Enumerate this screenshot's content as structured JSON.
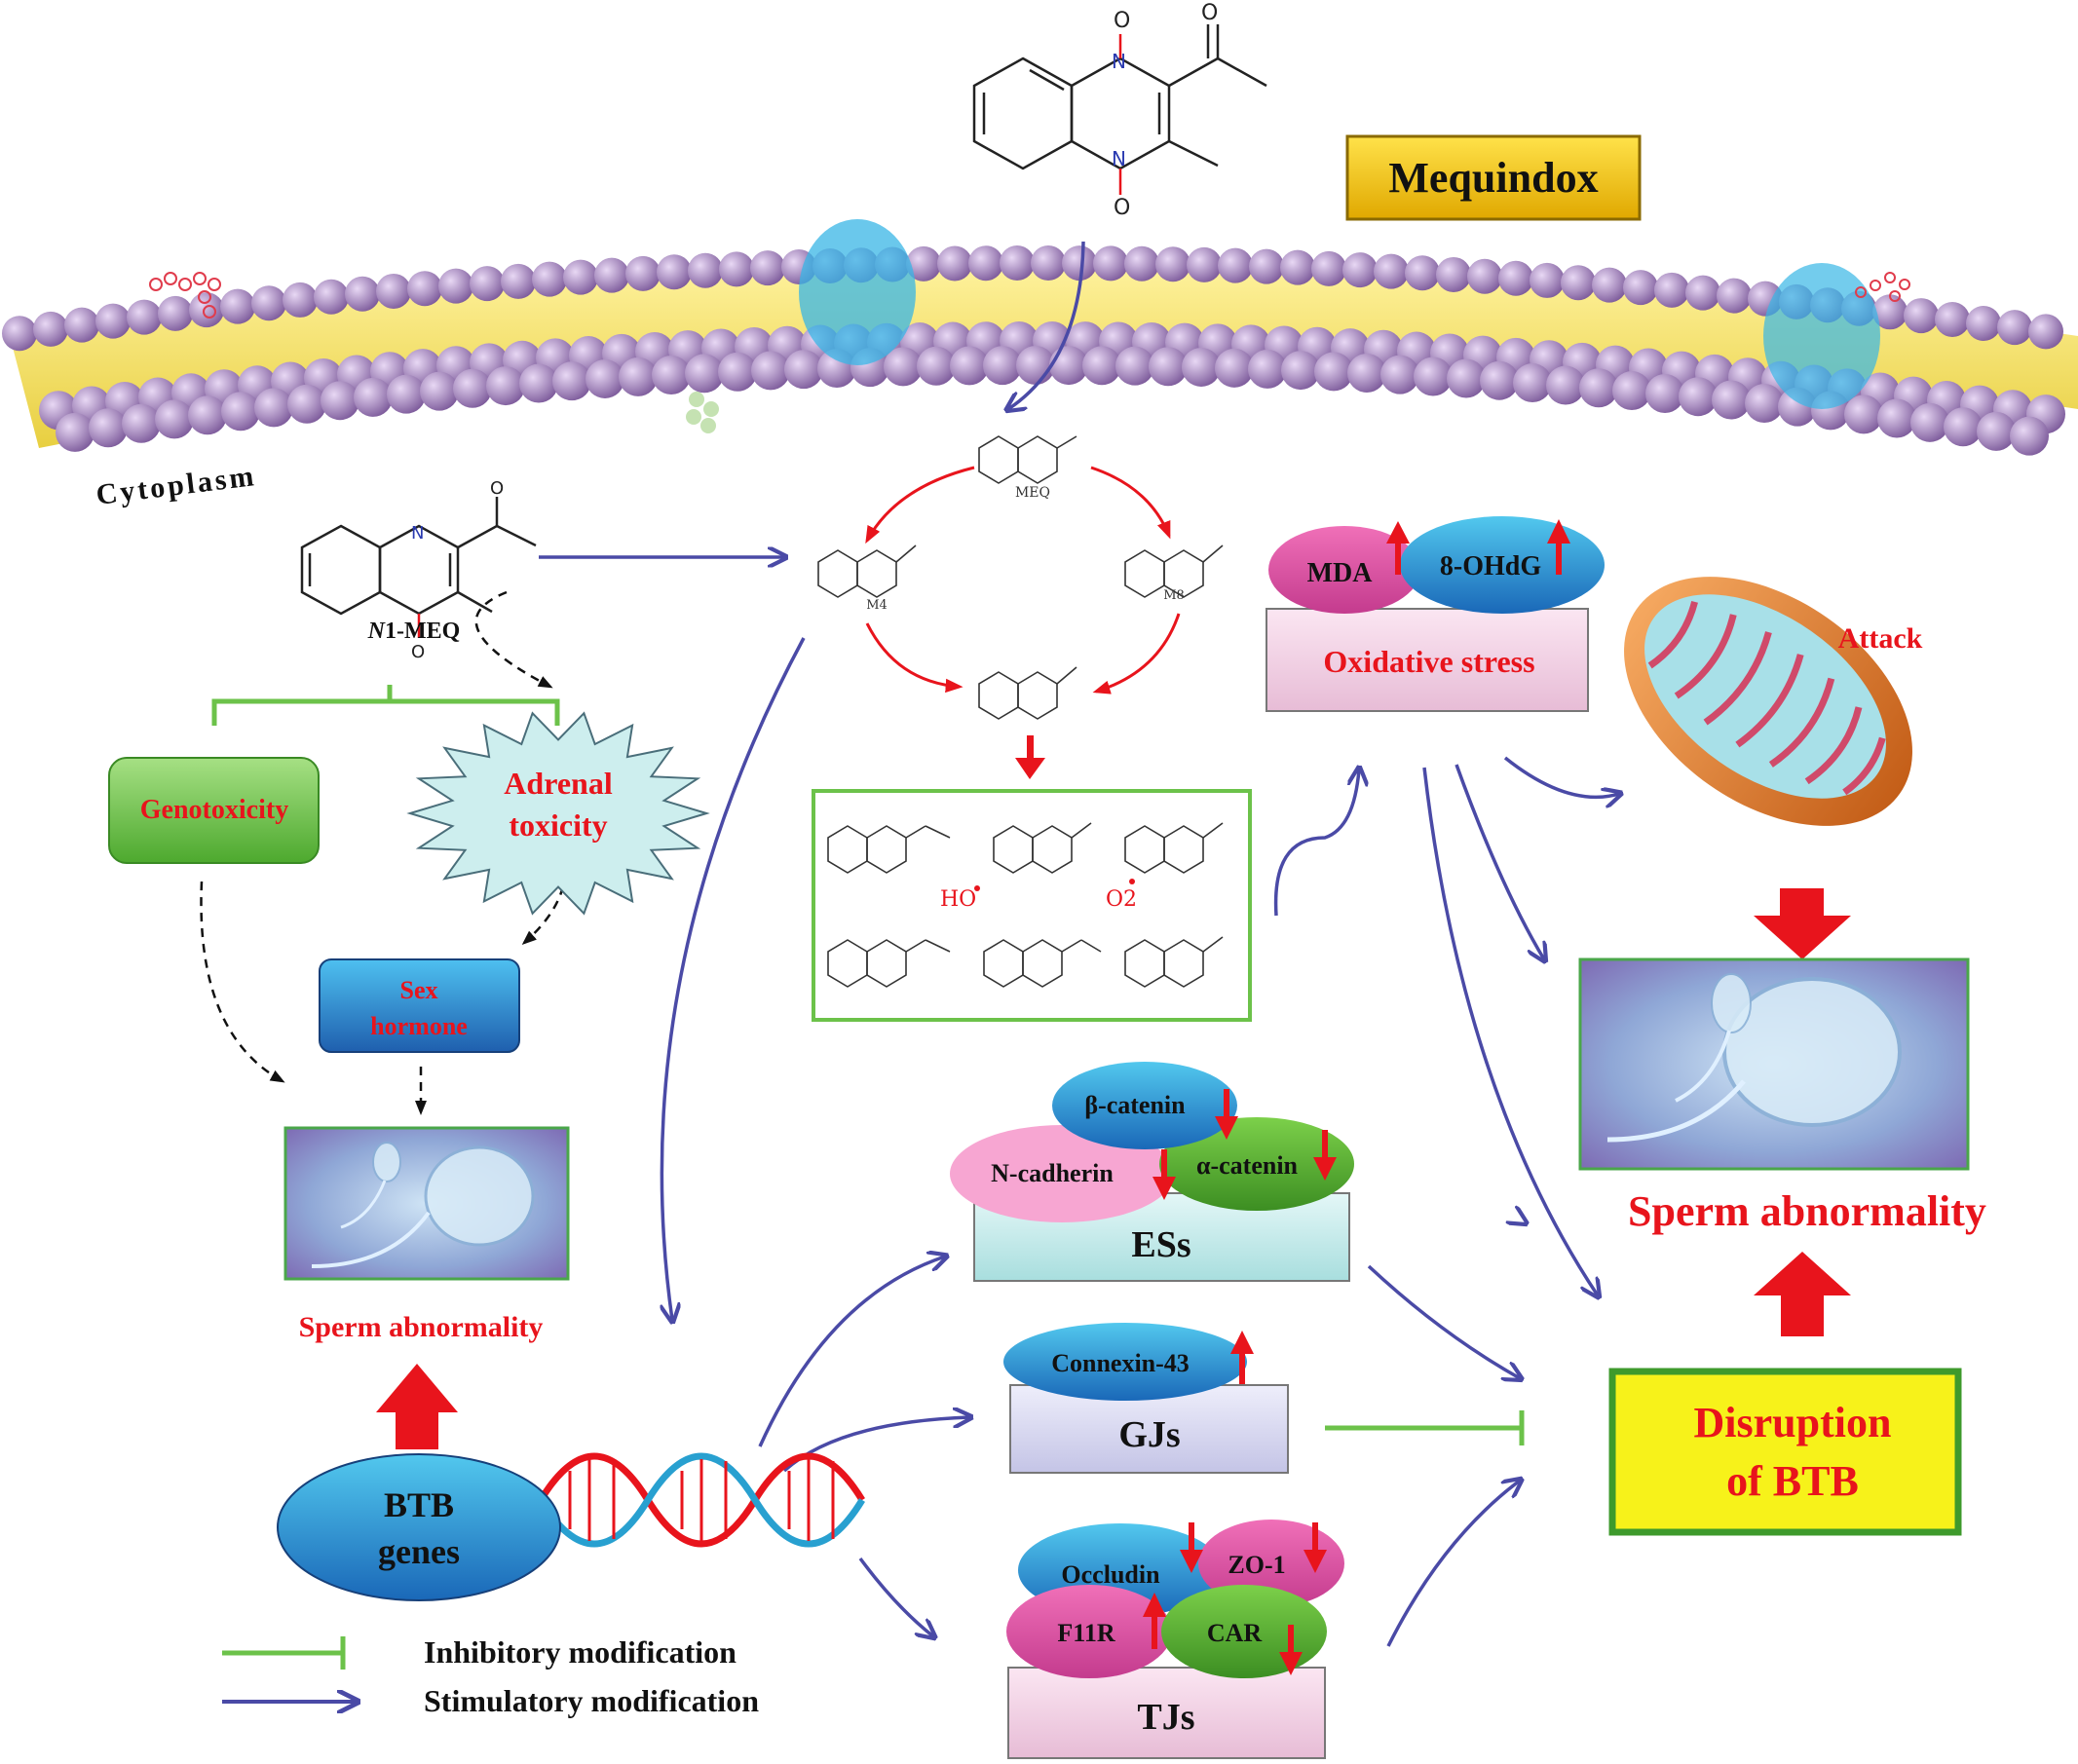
{
  "title": "Mequindox",
  "membrane": {
    "label": "Cytoplasm"
  },
  "compounds": {
    "n1meq": "N1-MEQ",
    "n1meq_prefix": "N",
    "n1meq_rest": "1-MEQ",
    "meq": "MEQ",
    "m4": "M4",
    "m8": "M8",
    "radical_ho": "HO",
    "radical_o2": "O2"
  },
  "toxicity": {
    "genotoxicity": "Genotoxicity",
    "adrenal": "Adrenal toxicity",
    "adrenal_line1": "Adrenal",
    "adrenal_line2": "toxicity",
    "sex_hormone_line1": "Sex",
    "sex_hormone_line2": "hormone"
  },
  "oxidative": {
    "label": "Oxidative stress",
    "mda": "MDA",
    "ohdg": "8-OHdG",
    "mda_change": "up",
    "ohdg_change": "up"
  },
  "mitochondria": {
    "label": "Attack"
  },
  "sperm": {
    "left_label": "Sperm abnormality",
    "right_label": "Sperm abnormality"
  },
  "es": {
    "label": "ESs",
    "beta_catenin": "β-catenin",
    "n_cadherin": "N-cadherin",
    "alpha_catenin": "α-catenin",
    "beta_catenin_change": "down",
    "n_cadherin_change": "down",
    "alpha_catenin_change": "down"
  },
  "gj": {
    "label": "GJs",
    "connexin": "Connexin-43",
    "connexin_change": "up"
  },
  "tj": {
    "label": "TJs",
    "occludin": "Occludin",
    "zo1": "ZO-1",
    "f11r": "F11R",
    "car": "CAR",
    "occludin_change": "down",
    "zo1_change": "down",
    "f11r_change": "up",
    "car_change": "down"
  },
  "btb": {
    "genes_line1": "BTB",
    "genes_line2": "genes",
    "disruption_line1": "Disruption",
    "disruption_line2": "of BTB"
  },
  "legend": {
    "inhibitory": "Inhibitory modification",
    "stimulatory": "Stimulatory modification"
  },
  "colors": {
    "red_text": "#e8141c",
    "stimulatory_arrow": "#4a4aa6",
    "inhibitory_line": "#6cc24a",
    "title_box": "#f5c400",
    "disruption_box": "#f7f21a",
    "membrane_head": "#9a7fb3"
  }
}
